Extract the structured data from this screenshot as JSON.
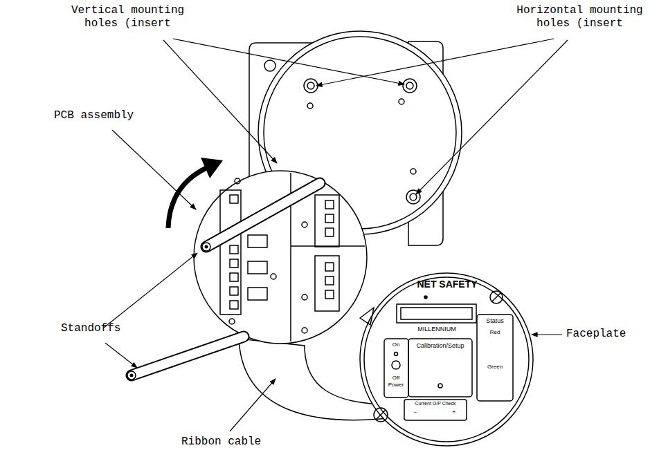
{
  "diagram": {
    "labels": [
      "Vertical mounting holes (insert",
      "Horizontal mounting holes (insert",
      "PCB assembly",
      "Standoffs",
      "Faceplate",
      "Ribbon cable",
      "NET SAFETY",
      "MILLENNIUM",
      "Calibration/Setup",
      "On",
      "Off Power",
      "Status",
      "Red",
      "Green",
      "Current O/P Check",
      "−",
      "+"
    ]
  }
}
